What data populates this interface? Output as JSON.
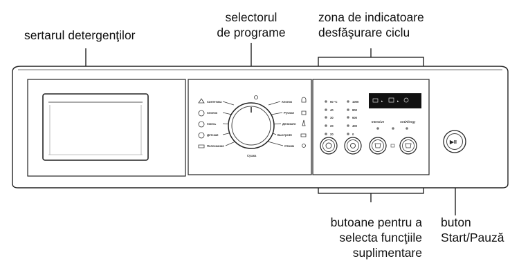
{
  "callouts": {
    "detergent_drawer": "sertarul detergenţilor",
    "program_selector_line1": "selectorul",
    "program_selector_line2": "de programe",
    "cycle_indicators_line1": "zona de indicatoare",
    "cycle_indicators_line2": "desfăşurare ciclu",
    "option_buttons_line1": "butoane pentru a",
    "option_buttons_line2": "selecta funcţiile",
    "option_buttons_line3": "suplimentare",
    "start_pause_line1": "buton",
    "start_pause_line2": "Start/Pauză"
  },
  "panel": {
    "programs_left": [
      "Синтетика",
      "Хлопок",
      "Смесь",
      "Детская",
      "Полоскание"
    ],
    "programs_right": [
      "Хлопок",
      "Ручная",
      "Деликатн",
      "Быстро15",
      "Отжим"
    ],
    "dial_bottom_label": "Сушка",
    "temperatures": [
      "60 °C",
      "40",
      "30",
      "20",
      "20"
    ],
    "spin_speeds": [
      "1000",
      "800",
      "600",
      "400",
      "0"
    ],
    "intensive_label": "Intensive",
    "antiallergy_label": "AntiAllergy",
    "start_symbol": "▶II"
  },
  "colors": {
    "panel_fill": "#ffffff",
    "panel_stroke": "#222222",
    "label_text": "#111111"
  }
}
